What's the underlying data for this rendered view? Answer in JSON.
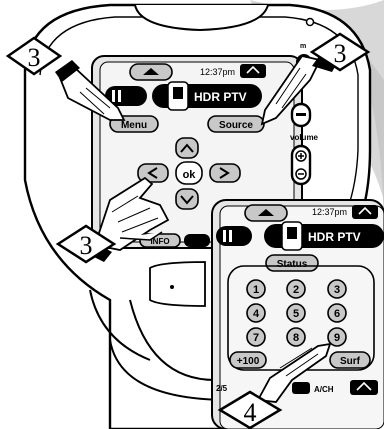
{
  "device": {
    "clock": "12:37pm",
    "device_name": "HDR PTV",
    "side_top_label": "m",
    "side_volume_label": "volume",
    "buttons": {
      "menu": "Menu",
      "source": "Source",
      "ok": "ok",
      "info": "INFO"
    }
  },
  "inset": {
    "clock": "12:37pm",
    "device_name": "HDR PTV",
    "status_label": "Status",
    "keypad": [
      "1",
      "2",
      "3",
      "4",
      "5",
      "6",
      "7",
      "8",
      "9"
    ],
    "plus100_label": "+100",
    "surf_label": "Surf",
    "page_indicator": "2/5",
    "bottom_right_label": "A/CH"
  },
  "callouts": {
    "top_left_step": "3",
    "top_right_step": "3",
    "left_step": "3",
    "bottom_step": "4"
  }
}
